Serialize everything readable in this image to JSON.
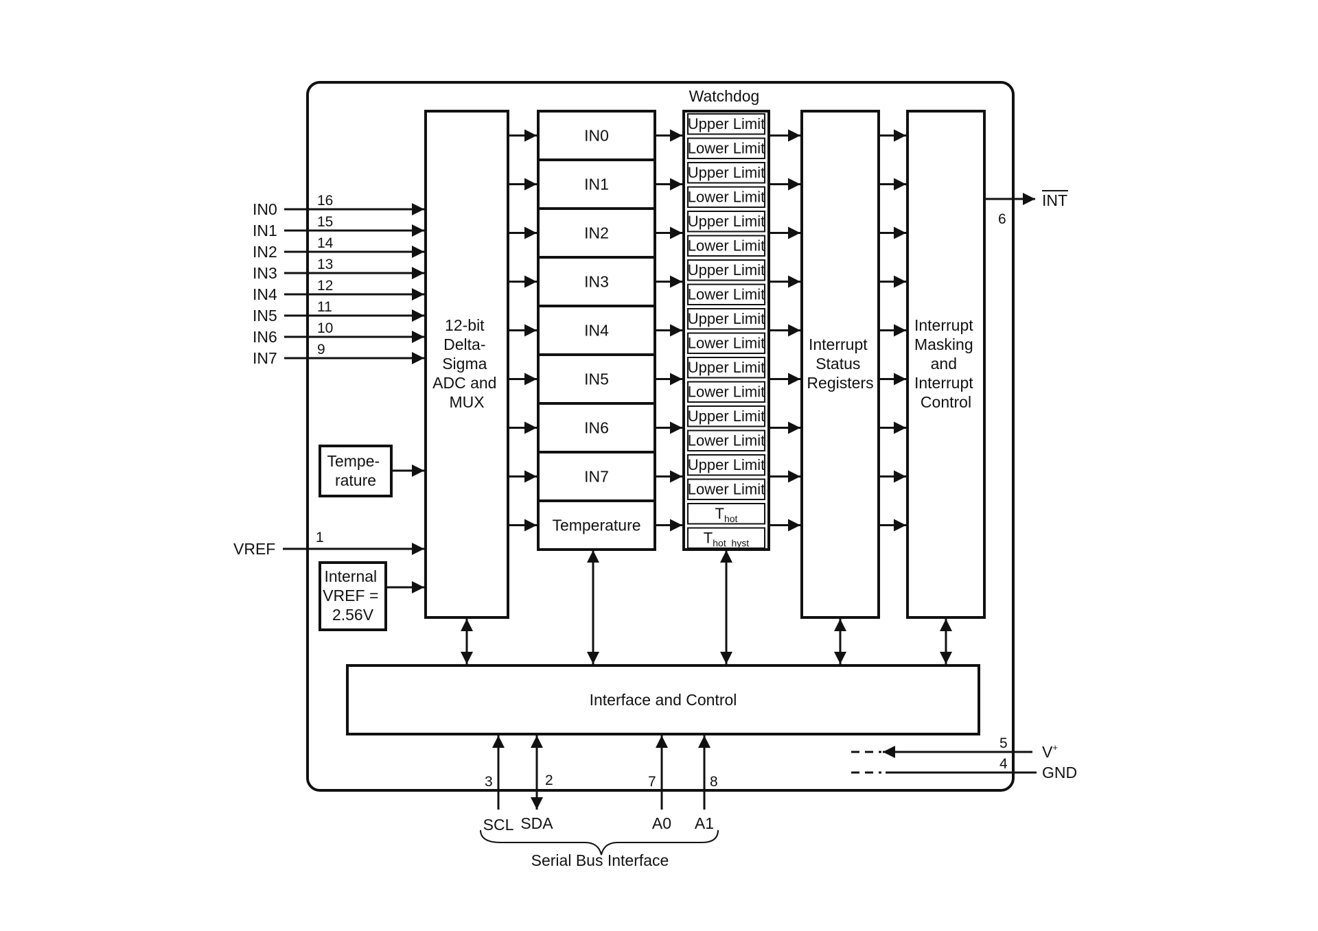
{
  "watchdog_title": "Watchdog",
  "adc_block": [
    "12-bit",
    "Delta-",
    "Sigma",
    "ADC and",
    "MUX"
  ],
  "temp_sensor": [
    "Tempe-",
    "rature"
  ],
  "internal_vref": [
    "Internal",
    "VREF =",
    "2.56V"
  ],
  "result_registers": [
    "IN0",
    "IN1",
    "IN2",
    "IN3",
    "IN4",
    "IN5",
    "IN6",
    "IN7",
    "Temperature"
  ],
  "limit_labels": {
    "upper": "Upper Limit",
    "lower": "Lower Limit"
  },
  "thot": {
    "base": "T",
    "sub": "hot"
  },
  "thot_hyst": {
    "base": "T",
    "sub": "hot_hyst"
  },
  "status_block": [
    "Interrupt",
    "Status",
    "Registers"
  ],
  "mask_block": [
    "Interrupt",
    "Masking",
    "and",
    "Interrupt",
    "Control"
  ],
  "interface_block": "Interface and Control",
  "analog_inputs": [
    {
      "name": "IN0",
      "pin": "16"
    },
    {
      "name": "IN1",
      "pin": "15"
    },
    {
      "name": "IN2",
      "pin": "14"
    },
    {
      "name": "IN3",
      "pin": "13"
    },
    {
      "name": "IN4",
      "pin": "12"
    },
    {
      "name": "IN5",
      "pin": "11"
    },
    {
      "name": "IN6",
      "pin": "10"
    },
    {
      "name": "IN7",
      "pin": "9"
    }
  ],
  "vref_pin": {
    "name": "VREF",
    "pin": "1"
  },
  "int_output": {
    "name": "INT",
    "pin": "6"
  },
  "vplus": {
    "name": "V",
    "sup": "+",
    "pin": "5"
  },
  "gnd": {
    "name": "GND",
    "pin": "4"
  },
  "serial_pins": [
    {
      "name": "SCL",
      "pin": "3"
    },
    {
      "name": "SDA",
      "pin": "2"
    },
    {
      "name": "A0",
      "pin": "7"
    },
    {
      "name": "A1",
      "pin": "8"
    }
  ],
  "serial_bus_label": "Serial Bus Interface"
}
